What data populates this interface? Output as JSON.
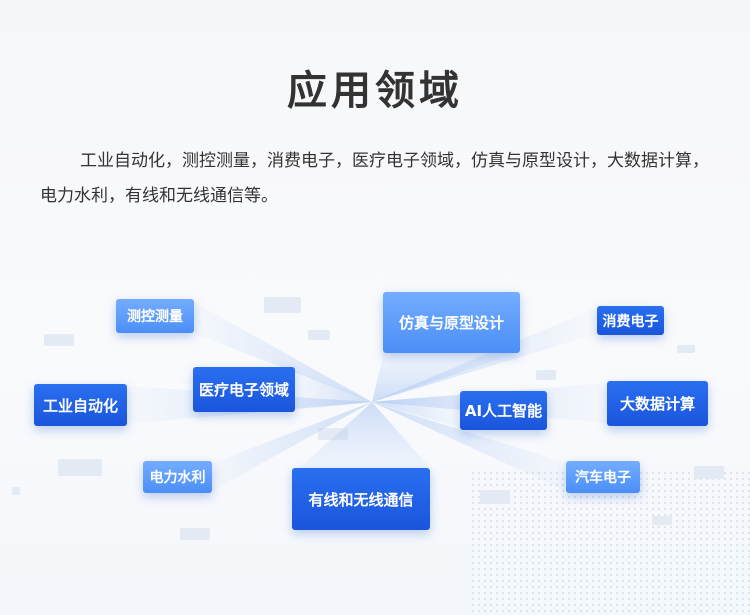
{
  "page": {
    "title": "应用领域",
    "description": "工业自动化，测控测量，消费电子，医疗电子领域，仿真与原型设计，大数据计算，电力水利，有线和无线通信等。"
  },
  "nodes": {
    "industrial_automation": "工业自动化",
    "measurement_control": "测控测量",
    "consumer_electronics": "消费电子",
    "medical_electronics": "医疗电子领域",
    "simulation_prototyping": "仿真与原型设计",
    "big_data_computing": "大数据计算",
    "power_water": "电力水利",
    "wired_wireless_comm": "有线和无线通信",
    "ai": "AI人工智能",
    "automotive_electronics": "汽车电子"
  },
  "colors": {
    "primary": "#1a5be0",
    "light": "#5b9bfa",
    "text": "#333333"
  }
}
